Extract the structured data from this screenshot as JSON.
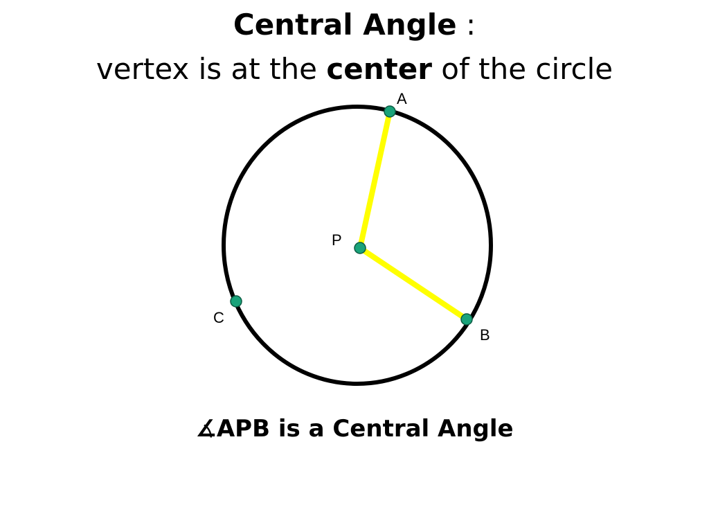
{
  "title": {
    "term": "Central Angle",
    "colon": " :",
    "def_before": "vertex is at the ",
    "def_keyword": "center",
    "def_after": " of the circle"
  },
  "diagram": {
    "points": {
      "A": {
        "label": "A"
      },
      "B": {
        "label": "B"
      },
      "C": {
        "label": "C"
      },
      "P": {
        "label": "P"
      }
    },
    "colors": {
      "circle": "#000000",
      "radius": "#ffff00",
      "point_fill": "#1aa37a",
      "point_stroke": "#0b5a42"
    }
  },
  "caption": {
    "symbol": "∡",
    "text": "APB is a Central Angle"
  }
}
